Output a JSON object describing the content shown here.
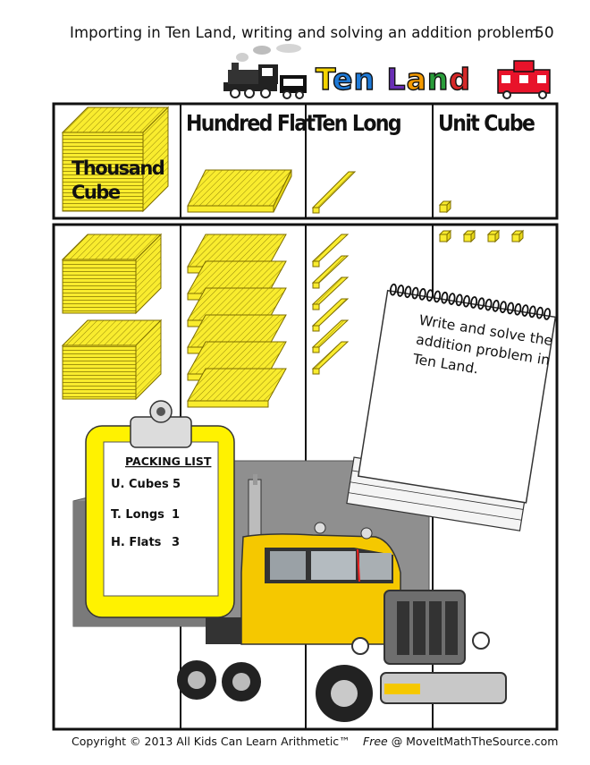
{
  "header": {
    "title": "Importing in Ten Land, writing and solving an addition problem",
    "page_number": "50"
  },
  "logo": {
    "text": "Ten Land",
    "colors": [
      "#f5d400",
      "#1e7ad8",
      "#1e7ad8",
      "#6a2fb5",
      "#f59a00",
      "#2a9d3a",
      "#d62828",
      "#f5d400"
    ]
  },
  "columns": {
    "thousand": "Thousand Cube",
    "hundred": "Hundred Flat",
    "ten": "Ten Long",
    "unit": "Unit Cube"
  },
  "thousand_label_line1": "Thousand",
  "thousand_label_line2": "Cube",
  "notepad": {
    "line1": "Write and solve the",
    "line2": "addition problem in",
    "line3": "Ten Land."
  },
  "packing_list": {
    "title": "PACKING LIST",
    "items": [
      {
        "label": "U. Cubes",
        "value": "5"
      },
      {
        "label": "T. Longs",
        "value": "1"
      },
      {
        "label": "H. Flats",
        "value": "3"
      }
    ]
  },
  "footer": {
    "copyright": "Copyright © 2013 All Kids Can Learn Arithmetic™",
    "free": "Free",
    "site": "@ MoveItMathTheSource.com"
  },
  "counts": {
    "thousand_cubes": 2,
    "hundred_flats": 6,
    "ten_longs": 6,
    "unit_cubes": 4
  },
  "colors": {
    "block_yellow": "#f9ec2e",
    "block_stroke": "#8a7a00",
    "clipboard": "#fff200",
    "truck_cab": "#f5c800"
  }
}
